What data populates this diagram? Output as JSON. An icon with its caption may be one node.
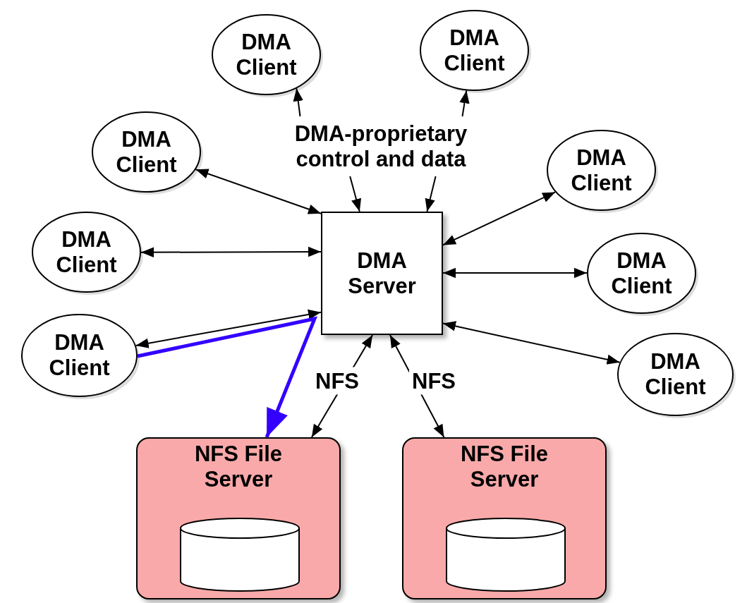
{
  "diagram": {
    "nodes": [
      {
        "text": [
          "DMA Client"
        ]
      },
      {
        "text": [
          "DMA Client"
        ]
      },
      {
        "text": [
          "DMA Client"
        ]
      },
      {
        "text": [
          "DMA Client"
        ]
      },
      {
        "text": [
          "DMA-proprietary control and data"
        ]
      },
      {
        "text": [
          "DMA Client"
        ]
      },
      {
        "text": [
          "DMA Server"
        ]
      },
      {
        "text": [
          "DMA Client"
        ]
      },
      {
        "text": [
          "DMA Client"
        ]
      },
      {
        "text": [
          "DMA Client"
        ]
      },
      {
        "text": [
          "NFS File Server"
        ]
      },
      {
        "text": [],
        "shape": "cylinder",
        "in": 10
      },
      {
        "text": [
          "NFS File Server"
        ]
      },
      {
        "text": [],
        "shape": "cylinder",
        "in": 12
      }
    ],
    "edges": [
      {
        "from": 4,
        "to": 0,
        "arrow": "to"
      },
      {
        "from": 4,
        "to": 1,
        "arrow": "to"
      },
      {
        "from": 4,
        "to": 6,
        "arrow": "to"
      },
      {
        "from": 4,
        "to": 6,
        "arrow": "to"
      },
      {
        "from": 2,
        "to": 6,
        "arrow": "both"
      },
      {
        "from": 3,
        "to": 6,
        "arrow": "both"
      },
      {
        "from": 5,
        "to": 6,
        "arrow": "both"
      },
      {
        "from": 7,
        "to": 6,
        "arrow": "both"
      },
      {
        "from": 8,
        "to": 6,
        "arrow": "both"
      },
      {
        "from": 9,
        "to": 6,
        "arrow": "both"
      },
      {
        "from": 6,
        "to": 10,
        "arrow": "both",
        "label": "NFS"
      },
      {
        "from": 6,
        "to": 12,
        "arrow": "both",
        "label": "NFS"
      },
      {
        "from": 8,
        "to": 10,
        "arrow": "to",
        "style": "thick",
        "color": "#3300ff"
      }
    ]
  }
}
